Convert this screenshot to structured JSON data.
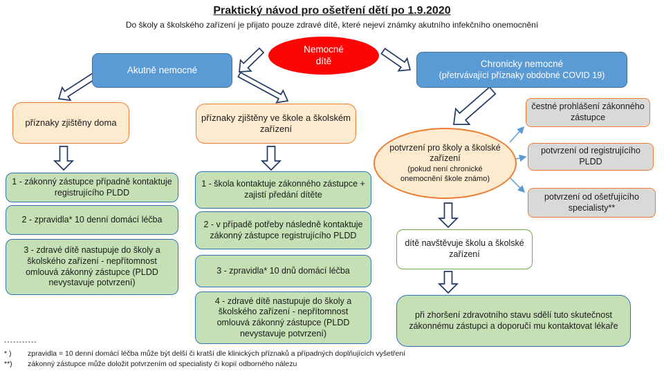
{
  "title": "Praktický návod pro ošetření dětí po 1.9.2020",
  "subtitle": "Do školy a školského zařízení je přijato pouze zdravé dítě, které nejeví známky akutního infekčního onemocnění",
  "colors": {
    "red": "#fe0505",
    "blue_fill": "#5B9BD5",
    "blue_border": "#41719C",
    "orange_fill": "#FDEBD0",
    "orange_border": "#ED7D31",
    "green_fill": "#C5E0B4",
    "green_border": "#2E75B6",
    "gray_fill": "#D9D9D9",
    "attends_border": "#70AD47",
    "block_arrow_outline": "#1F3864",
    "thin_arrow": "#5B9BD5"
  },
  "nodes": {
    "sick_child": "Nemocné\ndítě",
    "acute": "Akutně nemocné",
    "chronic_line1": "Chronicky nemocné",
    "chronic_line2": "(přetrvávající příznaky obdobné COVID 19)",
    "symptoms_home": "příznaky zjištěny doma",
    "symptoms_school": "příznaky zjištěny ve škole a školském zařízení",
    "confirmation_main": "potvrzení pro školy a školské zařízení",
    "confirmation_sub": "(pokud není chronické onemocnění škole známo)",
    "gray_boxes": [
      "čestné prohlášení zákonného zástupce",
      "potvrzení od registrujícího PLDD",
      "potvrzení od ošetřujícího specialisty**"
    ],
    "home_steps": [
      "1 - zákonný zástupce případně kontaktuje registrujícího PLDD",
      "2 - zpravidla* 10 denní domácí léčba",
      "3 - zdravé dítě nastupuje do školy a školského zařízení - nepřítomnost omlouvá zákonný zástupce (PLDD nevystavuje potvrzení)"
    ],
    "school_steps": [
      "1 - škola kontaktuje zákonného zástupce + zajistí předání dítěte",
      "2 - v případě potřeby následně kontaktuje zákonný zástupce registrujícího PLDD",
      "3 - zpravidla* 10 dnů domácí léčba",
      "4 - zdravé dítě nastupuje do školy a školského zařízení - nepřítomnost omlouvá zákonný zástupce (PLDD nevystavuje potvrzení)"
    ],
    "attends": "dítě navštěvuje školu a školské zařízení",
    "worsening": "při zhoršení zdravotního stavu sdělí tuto skutečnost zákonnému zástupci a doporučí mu kontaktovat lékaře"
  },
  "footnotes": {
    "dashes": "-----------",
    "note1_marker": "* )",
    "note1": "zpravidla = 10 denní domácí léčba může být delší či kratší dle klinických příznaků a případných doplňujících vyšetření",
    "note2_marker": "**)",
    "note2": "zákonný zástupce může doložit potvrzením od specialisty či kopií odborného nálezu"
  }
}
